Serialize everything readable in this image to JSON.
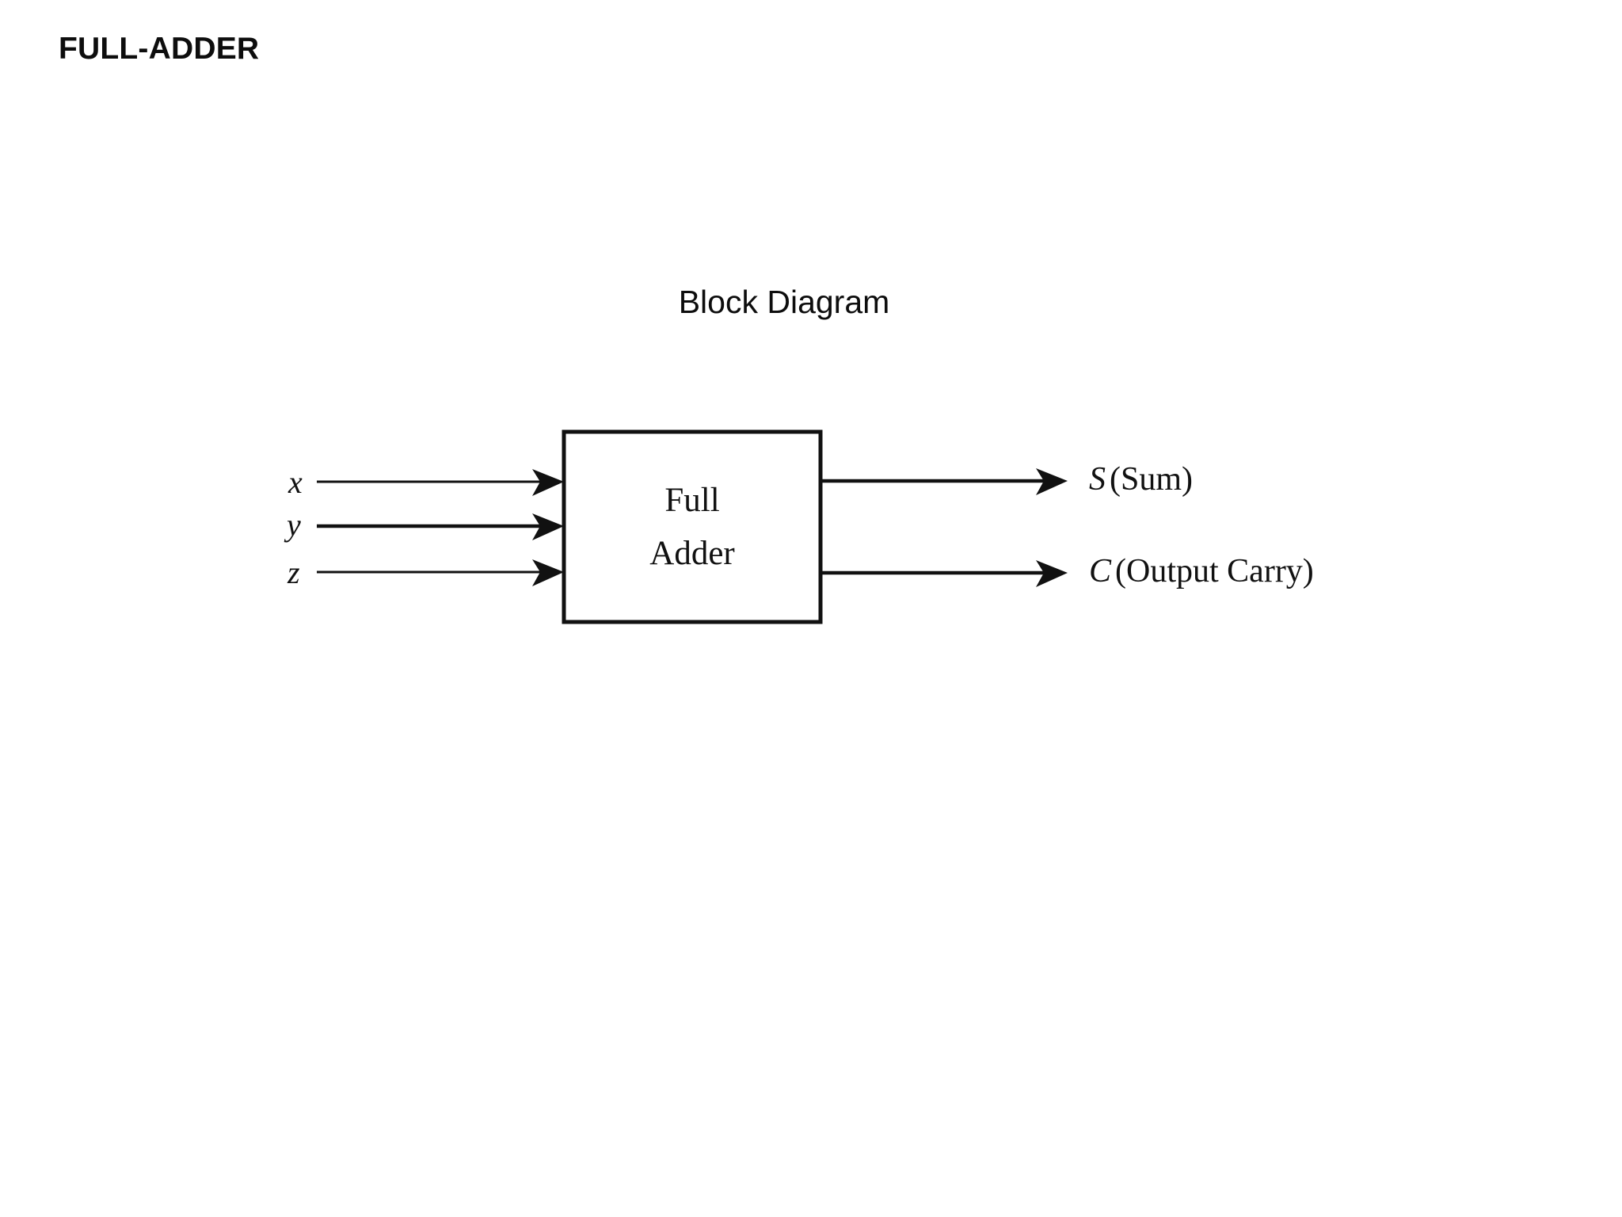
{
  "slide": {
    "title": "FULL-ADDER",
    "caption": "Block Diagram",
    "background_color": "#ffffff",
    "ink_color": "#111111"
  },
  "diagram": {
    "type": "block-diagram",
    "block": {
      "name": "full-adder",
      "label_line_1": "Full",
      "label_line_2": "Adder"
    },
    "inputs": [
      {
        "id": "x",
        "label": "x",
        "signal": "x"
      },
      {
        "id": "y",
        "label": "y",
        "signal": "y"
      },
      {
        "id": "z",
        "label": "z",
        "signal": "z"
      }
    ],
    "outputs": [
      {
        "id": "s",
        "symbol": "S",
        "description": "(Sum)"
      },
      {
        "id": "c",
        "symbol": "C",
        "description": "(Output Carry)"
      }
    ]
  }
}
